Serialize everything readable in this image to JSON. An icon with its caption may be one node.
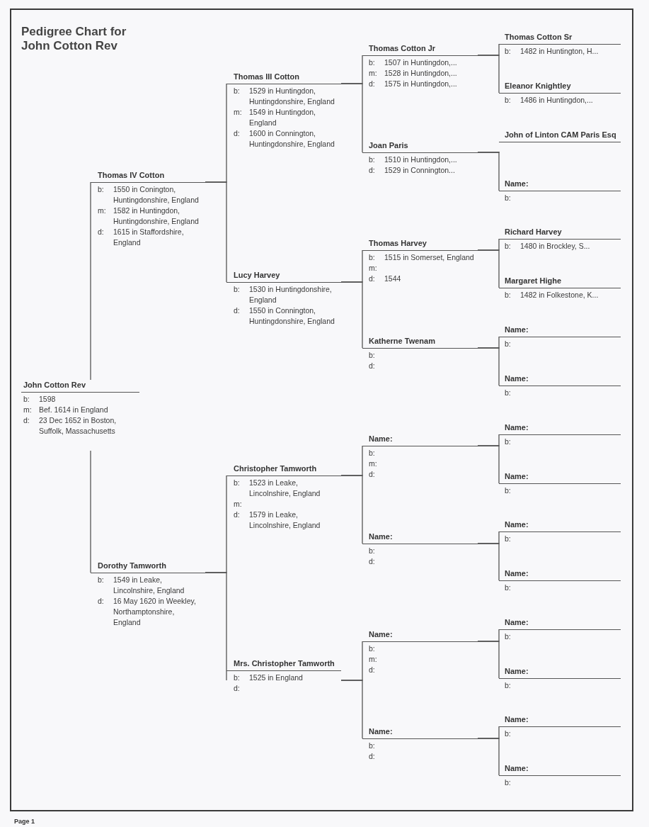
{
  "diagram": {
    "title": "Pedigree Chart for John Cotton Rev",
    "nodes": [
      {
        "text": [
          "John Cotton Rev",
          "b: 1598",
          "m: Bef. 1614 in England",
          "d: 23 Dec 1652 in Boston, Suffolk, Massachusetts"
        ]
      },
      {
        "text": [
          "Thomas IV Cotton",
          "b: 1550 in Conington, Huntingdonshire, England",
          "m: 1582 in Huntingdon, Huntingdonshire, England",
          "d: 1615 in Staffordshire, England"
        ]
      },
      {
        "text": [
          "Dorothy Tamworth",
          "b: 1549 in Leake, Lincolnshire, England",
          "d: 16 May 1620 in Weekley, Northamptonshire, England"
        ]
      },
      {
        "text": [
          "Thomas III Cotton",
          "b: 1529 in Huntingdon, Huntingdonshire, England",
          "m: 1549 in Huntingdon, England",
          "d: 1600 in Connington, Huntingdonshire, England"
        ]
      },
      {
        "text": [
          "Lucy Harvey",
          "b: 1530 in Huntingdonshire, England",
          "d: 1550 in Connington, Huntingdonshire, England"
        ]
      },
      {
        "text": [
          "Christopher Tamworth",
          "b: 1523 in Leake, Lincolnshire, England",
          "m:",
          "d: 1579 in Leake, Lincolnshire, England"
        ]
      },
      {
        "text": [
          "Mrs. Christopher Tamworth",
          "b: 1525 in England",
          "d:"
        ]
      },
      {
        "text": [
          "Thomas Cotton Jr",
          "b: 1507 in Huntingdon,...",
          "m: 1528 in Huntingdon,...",
          "d: 1575 in Huntingdon,..."
        ]
      },
      {
        "text": [
          "Joan Paris",
          "b: 1510 in Huntingdon,...",
          "d: 1529 in Connington..."
        ]
      },
      {
        "text": [
          "Thomas Harvey",
          "b: 1515 in Somerset, England",
          "m:",
          "d: 1544"
        ]
      },
      {
        "text": [
          "Katherne Twenam",
          "b:",
          "d:"
        ]
      },
      {
        "text": [
          "Name:",
          "b:",
          "m:",
          "d:"
        ]
      },
      {
        "text": [
          "Name:",
          "b:",
          "d:"
        ]
      },
      {
        "text": [
          "Name:",
          "b:",
          "m:",
          "d:"
        ]
      },
      {
        "text": [
          "Name:",
          "b:",
          "d:"
        ]
      },
      {
        "text": [
          "Thomas Cotton Sr",
          "b: 1482 in Huntington, H..."
        ]
      },
      {
        "text": [
          "Eleanor Knightley",
          "b: 1486 in Huntingdon,..."
        ]
      },
      {
        "text": [
          "John of Linton CAM Paris Esq"
        ]
      },
      {
        "text": [
          "Name:",
          "b:"
        ]
      },
      {
        "text": [
          "Richard Harvey",
          "b: 1480 in Brockley, S..."
        ]
      },
      {
        "text": [
          "Margaret Highe",
          "b: 1482 in Folkestone, K..."
        ]
      },
      {
        "text": [
          "Name:",
          "b:"
        ]
      },
      {
        "text": [
          "Name:",
          "b:"
        ]
      },
      {
        "text": [
          "Name:",
          "b:"
        ]
      },
      {
        "text": [
          "Name:",
          "b:"
        ]
      },
      {
        "text": [
          "Name:",
          "b:"
        ]
      },
      {
        "text": [
          "Name:",
          "b:"
        ]
      },
      {
        "text": [
          "Name:",
          "b:"
        ]
      },
      {
        "text": [
          "Name:",
          "b:"
        ]
      },
      {
        "text": [
          "Name:",
          "b:"
        ]
      },
      {
        "text": [
          "Name:",
          "b:"
        ]
      }
    ],
    "edges": [
      {
        "from": 0,
        "to": 1,
        "arrow": "none"
      },
      {
        "from": 0,
        "to": 2,
        "arrow": "none"
      },
      {
        "from": 1,
        "to": 3,
        "arrow": "none"
      },
      {
        "from": 1,
        "to": 4,
        "arrow": "none"
      },
      {
        "from": 2,
        "to": 5,
        "arrow": "none"
      },
      {
        "from": 2,
        "to": 6,
        "arrow": "none"
      },
      {
        "from": 3,
        "to": 7,
        "arrow": "none"
      },
      {
        "from": 3,
        "to": 8,
        "arrow": "none"
      },
      {
        "from": 4,
        "to": 9,
        "arrow": "none"
      },
      {
        "from": 4,
        "to": 10,
        "arrow": "none"
      },
      {
        "from": 5,
        "to": 11,
        "arrow": "none"
      },
      {
        "from": 5,
        "to": 12,
        "arrow": "none"
      },
      {
        "from": 6,
        "to": 13,
        "arrow": "none"
      },
      {
        "from": 6,
        "to": 14,
        "arrow": "none"
      },
      {
        "from": 7,
        "to": 15,
        "arrow": "none"
      },
      {
        "from": 7,
        "to": 16,
        "arrow": "none"
      },
      {
        "from": 8,
        "to": 17,
        "arrow": "none"
      },
      {
        "from": 8,
        "to": 18,
        "arrow": "none"
      },
      {
        "from": 9,
        "to": 19,
        "arrow": "none"
      },
      {
        "from": 9,
        "to": 20,
        "arrow": "none"
      },
      {
        "from": 10,
        "to": 21,
        "arrow": "none"
      },
      {
        "from": 10,
        "to": 22,
        "arrow": "none"
      },
      {
        "from": 11,
        "to": 23,
        "arrow": "none"
      },
      {
        "from": 11,
        "to": 24,
        "arrow": "none"
      },
      {
        "from": 12,
        "to": 25,
        "arrow": "none"
      },
      {
        "from": 12,
        "to": 26,
        "arrow": "none"
      },
      {
        "from": 13,
        "to": 27,
        "arrow": "none"
      },
      {
        "from": 13,
        "to": 28,
        "arrow": "none"
      },
      {
        "from": 14,
        "to": 29,
        "arrow": "none"
      },
      {
        "from": 14,
        "to": 30,
        "arrow": "none"
      }
    ],
    "labels": [
      "Page 1"
    ]
  }
}
